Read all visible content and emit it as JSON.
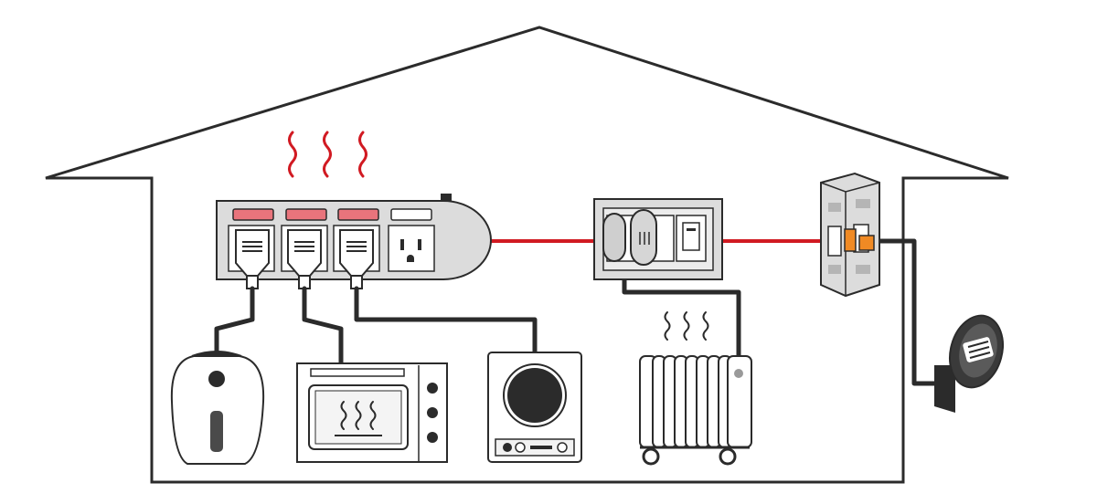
{
  "diagram": {
    "description_visible_text": "",
    "colors": {
      "outline": "#2b2b2b",
      "overload_red": "#d11a22",
      "cable": "#2b2b2b",
      "appliance_fill": "#ffffff",
      "strip_fill": "#dcdcdc",
      "switch_orange": "#f08a24",
      "meter_dark": "#3a3a3a"
    },
    "icons": [
      "house-outline",
      "heat-wave-icon",
      "power-strip",
      "wall-outlet",
      "circuit-breaker",
      "electric-meter",
      "air-fryer",
      "toaster-oven",
      "induction-cooktop",
      "oil-heater"
    ],
    "induction_panel_text": "",
    "strip_switch_state": "on",
    "breaker_state": "on"
  }
}
